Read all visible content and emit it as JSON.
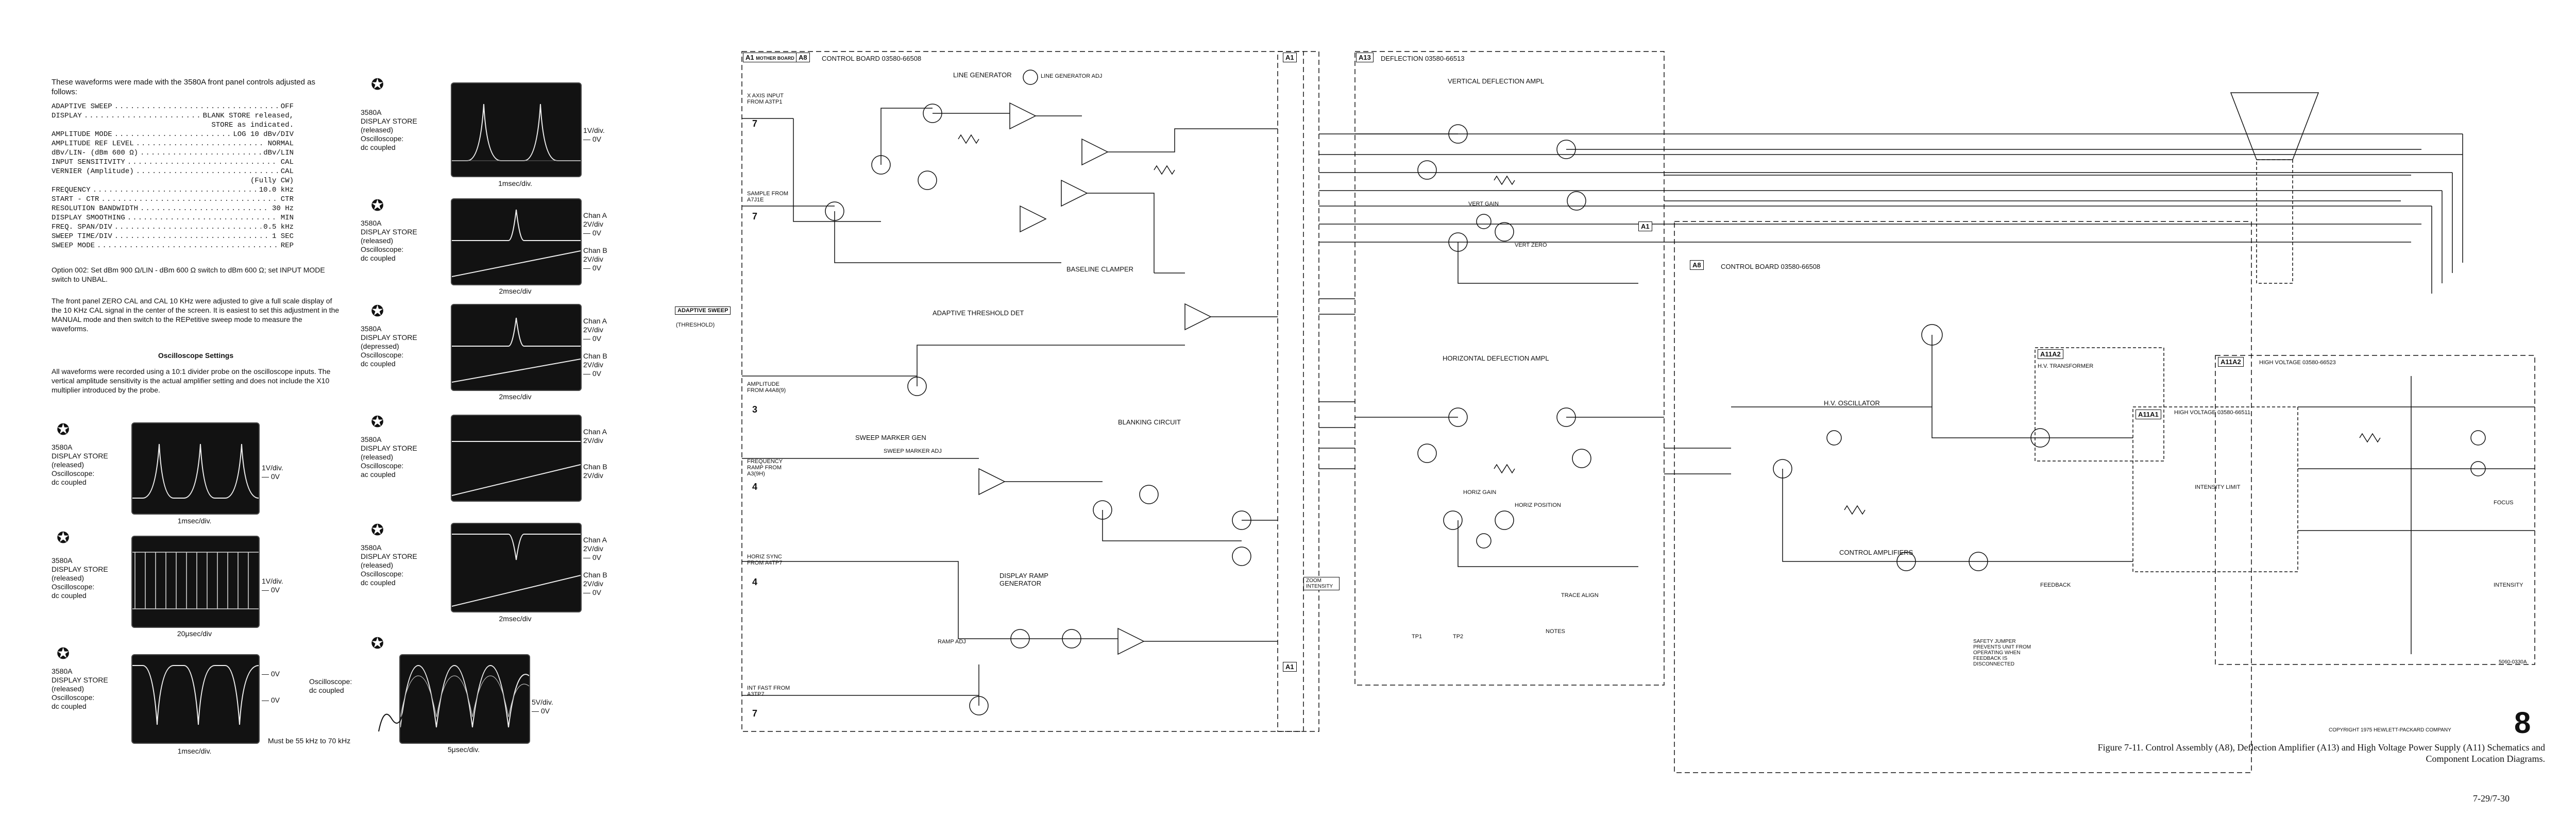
{
  "intro": "These waveforms were made with the 3580A front panel controls adjusted as follows:",
  "settings": [
    {
      "k": "ADAPTIVE SWEEP",
      "v": "OFF"
    },
    {
      "k": "DISPLAY",
      "v": "BLANK STORE released,"
    },
    {
      "k": "",
      "v": "STORE as indicated."
    },
    {
      "k": "AMPLITUDE MODE",
      "v": "LOG 10 dBv/DIV"
    },
    {
      "k": "AMPLITUDE REF LEVEL",
      "v": "NORMAL"
    },
    {
      "k": "dBv/LIN- (dBm 600 Ω)",
      "v": "dBv/LIN"
    },
    {
      "k": "INPUT SENSITIVITY",
      "v": "CAL"
    },
    {
      "k": "VERNIER (Amplitude)",
      "v": "CAL"
    },
    {
      "k": "",
      "v": "(Fully CW)"
    },
    {
      "k": "FREQUENCY",
      "v": "10.0 kHz"
    },
    {
      "k": "START - CTR",
      "v": "CTR"
    },
    {
      "k": "RESOLUTION BANDWIDTH",
      "v": "30 Hz"
    },
    {
      "k": "DISPLAY SMOOTHING",
      "v": "MIN"
    },
    {
      "k": "FREQ. SPAN/DIV",
      "v": "0.5 kHz"
    },
    {
      "k": "SWEEP TIME/DIV",
      "v": "1 SEC"
    },
    {
      "k": "SWEEP MODE",
      "v": "REP"
    }
  ],
  "option": "Option 002: Set dBm 900 Ω/LIN - dBm 600 Ω switch to dBm 600 Ω; set INPUT MODE switch to UNBAL.",
  "para": "The front panel ZERO CAL and CAL 10 KHz were adjusted to give a full scale display of the 10 KHz CAL signal in the center of the screen. It is easiest to set this adjustment in the MANUAL mode and then switch to the REPetitive sweep mode to measure the waveforms.",
  "osc_heading": "Oscilloscope Settings",
  "osc_para": "All waveforms were recorded using a 10:1 divider probe on the oscilloscope inputs. The vertical amplitude sensitivity is the actual amplifier setting and does not include the X10 multiplier introduced by the probe.",
  "panels": [
    {
      "id": "p1",
      "star": "1",
      "label": "3580A\nDISPLAY STORE\n(released)\nOscilloscope:\ndc coupled",
      "side": "1V/div.\n— 0V",
      "cap": "1msec/div."
    },
    {
      "id": "p2",
      "star": "2",
      "label": "3580A\nDISPLAY STORE\n(released)\nOscilloscope:\ndc coupled",
      "side": "Chan A\n2V/div\n— 0V\n\nChan B\n2V/div\n— 0V",
      "cap": "2msec/div"
    },
    {
      "id": "p3",
      "star": "3",
      "label": "3580A\nDISPLAY STORE\n(depressed)\nOscilloscope:\ndc coupled",
      "side": "Chan A\n2V/div\n— 0V\n\nChan B\n2V/div\n— 0V",
      "cap": "2msec/div"
    },
    {
      "id": "p4",
      "star": "4",
      "label": "3580A\nDISPLAY STORE\n(released)\nOscilloscope:\nac coupled",
      "side": "Chan A\n2V/div\n\n\nChan B\n2V/div",
      "cap": ""
    },
    {
      "id": "p5",
      "star": "5",
      "label": "3580A\nDISPLAY STORE\n(released)\nOscilloscope:\ndc coupled",
      "side": "Chan A\n2V/div\n— 0V\n\nChan B\n2V/div\n— 0V",
      "cap": "2msec/div"
    },
    {
      "id": "p6",
      "star": "6",
      "label": "3580A\nDISPLAY STORE\n(released)\nOscilloscope:\ndc coupled",
      "side": "1V/div.\n— 0V",
      "cap": "1msec/div."
    },
    {
      "id": "p7",
      "star": "7",
      "label": "3580A\nDISPLAY STORE\n(released)\nOscilloscope:\ndc coupled",
      "side": "1V/div.\n— 0V",
      "cap": "20μsec/div"
    },
    {
      "id": "p8",
      "star": "8",
      "label": "3580A\nDISPLAY STORE\n(released)\nOscilloscope:\ndc coupled",
      "side": "— 0V\n\n\n— 0V",
      "cap": "1msec/div."
    },
    {
      "id": "p9",
      "star": "9",
      "label": "Oscilloscope:\ndc coupled",
      "side": "5V/div.\n— 0V",
      "cap": "5μsec/div."
    }
  ],
  "must_be": "Must be 55 kHz to 70 kHz",
  "schematic": {
    "a1_label": "A1",
    "mother_board": "MOTHER BOARD",
    "a8_label": "A8",
    "control_board": "CONTROL BOARD  03580-66508",
    "line_generator": "LINE GENERATOR",
    "line_gen_adj": "LINE GENERATOR ADJ",
    "baseline_clamper": "BASELINE CLAMPER",
    "adaptive_threshold": "ADAPTIVE THRESHOLD DET",
    "sweep_marker_gen": "SWEEP MARKER GEN",
    "sweep_marker_adj": "SWEEP MARKER ADJ",
    "blanking_circuit": "BLANKING CIRCUIT",
    "display_ramp_gen": "DISPLAY RAMP GENERATOR",
    "ramp_adj": "RAMP ADJ",
    "a13_label": "A13",
    "deflection": "DEFLECTION  03580-66513",
    "vert_defl_ampl": "VERTICAL DEFLECTION AMPL",
    "horiz_defl_ampl": "HORIZONTAL DEFLECTION AMPL",
    "vert_gain": "VERT GAIN",
    "vert_zero": "VERT ZERO",
    "horiz_gain": "HORIZ GAIN",
    "horiz_position": "HORIZ POSITION",
    "trace_align": "TRACE ALIGN",
    "a8_right": "A8",
    "control_board_r": "CONTROL BOARD  03580-66508",
    "hv_oscillator": "H.V. OSCILLATOR",
    "control_amplifiers": "CONTROL AMPLIFIERS",
    "a11a2": "A11A2",
    "hv_transformer": "H.V. TRANSFORMER",
    "a11a1": "A11A1",
    "high_voltage": "HIGH VOLTAGE  03580-66511",
    "high_voltage_2": "HIGH VOLTAGE  03580-66523",
    "intensity_limit": "INTENSITY LIMIT",
    "focus": "FOCUS",
    "intensity": "INTENSITY",
    "adaptive_sweep": "ADAPTIVE SWEEP",
    "threshold": "(THRESHOLD)",
    "x_axis_input": "X AXIS INPUT FROM A3TP1",
    "sample_from": "SAMPLE FROM A7J1E",
    "amplitude_from": "AMPLITUDE FROM A4A8(9)",
    "freq_ramp": "FREQUENCY RAMP FROM A3(9H)",
    "horiz_sync": "HORIZ SYNC FROM A4TP7",
    "int_fast": "INT FAST FROM A3TP7",
    "inputs_nums": [
      "7",
      "7",
      "3",
      "4",
      "4",
      "7"
    ],
    "copyright": "COPYRIGHT 1975 HEWLETT-PACKARD COMPANY",
    "feedback": "FEEDBACK",
    "safety_note": "SAFETY JUMPER PREVENTS UNIT FROM OPERATING WHEN FEEDBACK IS DISCONNECTED",
    "notes": "NOTES",
    "tp1": "TP1",
    "tp2": "TP2",
    "zoom": "ZOOM INTENSITY",
    "a11_id": "5060-0330A"
  },
  "figure_number": "8",
  "caption": "Figure 7-11.  Control Assembly (A8), Deflection Amplifier (A13) and High Voltage Power Supply (A11) Schematics and Component Location Diagrams.",
  "page": "7-29/7-30"
}
